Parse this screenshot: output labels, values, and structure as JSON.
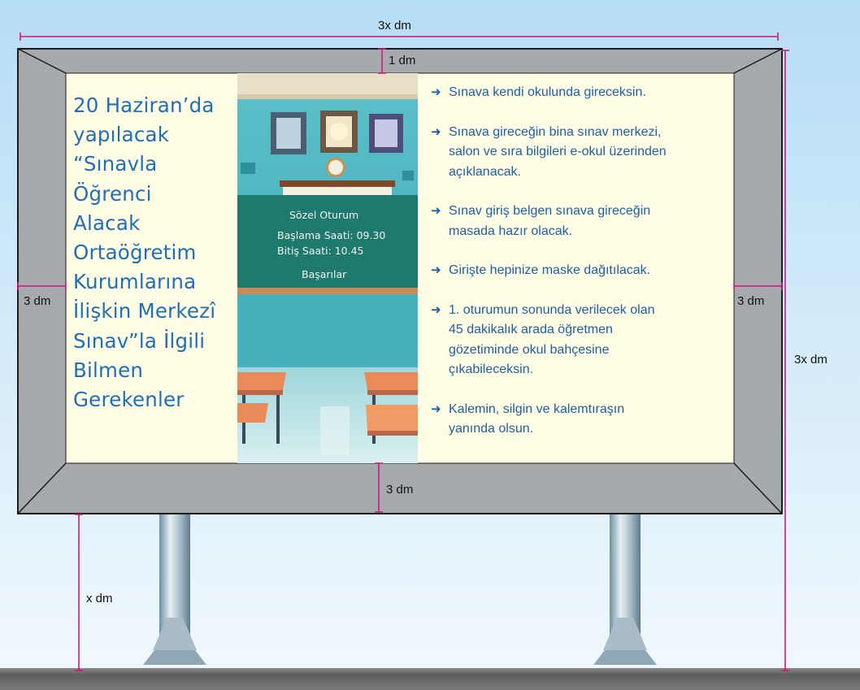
{
  "dimensions": {
    "top_width": "3x dm",
    "top_border": "1 dm",
    "left_border": "3 dm",
    "right_border": "3 dm",
    "bottom_border": "3 dm",
    "total_height": "3x dm",
    "pole_height": "x dm"
  },
  "poster": {
    "title_lines": [
      "20 Haziran’da",
      "yapılacak",
      "“Sınavla",
      "Öğrenci",
      "Alacak",
      "Ortaöğretim",
      "Kurumlarına",
      "İlişkin Merkezî",
      "Sınav”la İlgili",
      "Bilmen",
      "Gerekenler"
    ],
    "chalkboard": {
      "line1": "Sözel Oturum",
      "line2": "Başlama Saati: 09.30",
      "line3": "Bitiş Saati: 10.45",
      "line4": "Başarılar"
    },
    "notes": [
      {
        "arrow": "➜",
        "lines": [
          "Sınava kendi okulunda gireceksin."
        ]
      },
      {
        "arrow": "➜",
        "lines": [
          "Sınava gireceğin bina sınav merkezi,",
          "salon ve sıra bilgileri e-okul üzerinden",
          "açıklanacak."
        ]
      },
      {
        "arrow": "➜",
        "lines": [
          "Sınav giriş belgen sınava gireceğin",
          "masada hazır olacak."
        ]
      },
      {
        "arrow": "➜",
        "lines": [
          "Girişte hepinize maske dağıtılacak."
        ]
      },
      {
        "arrow": "➜",
        "lines": [
          "1. oturumun sonunda verilecek olan",
          "45 dakikalık arada öğretmen",
          "gözetiminde okul bahçesine",
          "çıkabileceksin."
        ]
      },
      {
        "arrow": "➜",
        "lines": [
          "Kalemin, silgin ve kalemtıraşın",
          "yanında olsun."
        ]
      }
    ]
  },
  "colors": {
    "dimension_line": "#d0167f",
    "frame_gray": "#a7aaad",
    "poster_bg": "#fffde3",
    "title_blue": "#1e6fb8",
    "note_blue": "#1c5fa8",
    "chalkboard": "#1d7a6c",
    "sky_top": "#b7def7",
    "ground": "#6f6f70"
  }
}
